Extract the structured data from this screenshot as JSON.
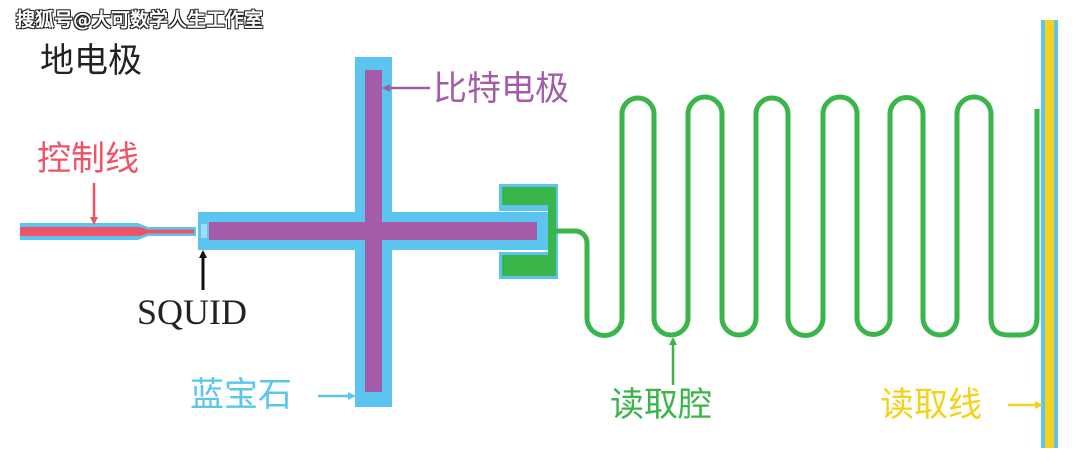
{
  "watermark": "搜狐号@大可数学人生工作室",
  "labels": {
    "ground_electrode": "地电极",
    "bit_electrode": "比特电极",
    "control_line": "控制线",
    "squid": "SQUID",
    "sapphire": "蓝宝石",
    "readout_cavity": "读取腔",
    "readout_line": "读取线"
  },
  "colors": {
    "cyan": "#5bc5ef",
    "purple": "#a55ca8",
    "red": "#ef5366",
    "green": "#3ab54a",
    "yellow": "#f5d21a",
    "black": "#222222"
  }
}
